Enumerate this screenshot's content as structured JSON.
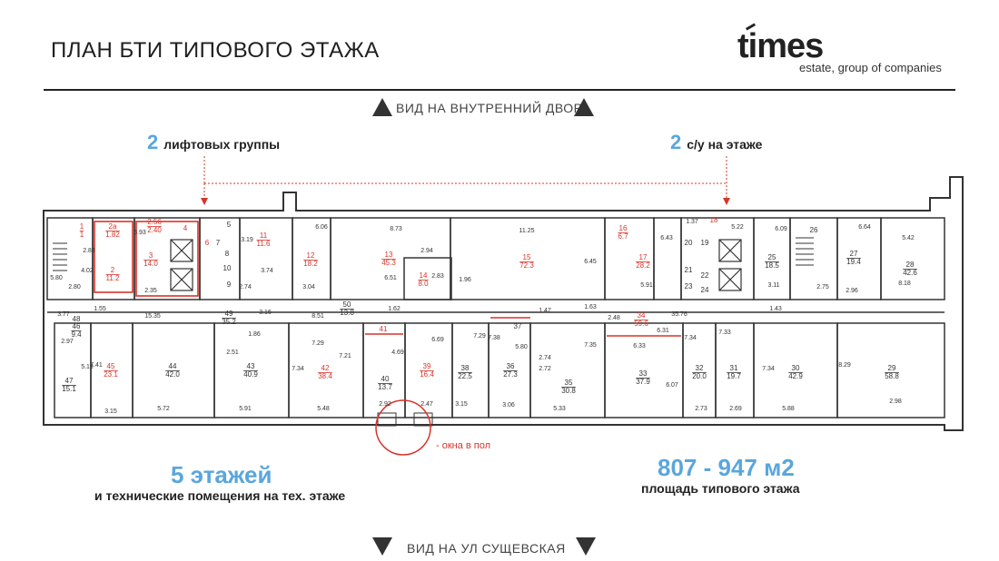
{
  "header": {
    "title": "ПЛАН БТИ ТИПОВОГО ЭТАЖА",
    "logo_word": "times",
    "logo_sub": "estate, group of companies"
  },
  "views": {
    "top": "ВИД НА ВНУТРЕННИЙ ДВОР",
    "bottom": "ВИД НА УЛ СУЩЕВСКАЯ"
  },
  "features": {
    "lifts_num": "2",
    "lifts_text": "лифтовых группы",
    "wc_num": "2",
    "wc_text": "с/у на этаже",
    "floors_big": "5 этажей",
    "floors_text": "и технические помещения на тех. этаже",
    "area_big": "807 - 947 м2",
    "area_text": "площадь типового этажа",
    "windows_note": "- окна в пол"
  },
  "colors": {
    "accent": "#5aa6dc",
    "red": "#d8342a"
  },
  "plan_labels": [
    [
      "1",
      "1",
      "#d8342a"
    ],
    [
      "2a",
      "1.82",
      "#d8342a"
    ],
    [
      "2.56",
      "2.40",
      "#d8342a"
    ],
    [
      "4",
      "",
      "#d8342a"
    ],
    [
      "5",
      "",
      "#333"
    ],
    [
      "3",
      "14.0",
      "#d8342a"
    ],
    [
      "2",
      "11.2",
      "#d8342a"
    ],
    [
      "6",
      "",
      "#d8342a"
    ],
    [
      "7",
      "",
      "#333"
    ],
    [
      "8",
      "",
      "#333"
    ],
    [
      "9",
      "",
      "#333"
    ],
    [
      "10",
      "",
      "#333"
    ],
    [
      "11",
      "11.6",
      "#d8342a"
    ],
    [
      "12",
      "18.2",
      "#d8342a"
    ],
    [
      "13",
      "45.3",
      "#d8342a"
    ],
    [
      "14",
      "8.0",
      "#d8342a"
    ],
    [
      "15",
      "72.3",
      "#d8342a"
    ],
    [
      "16",
      "6.7",
      "#d8342a"
    ],
    [
      "17",
      "28.2",
      "#d8342a"
    ],
    [
      "18",
      "",
      "#d8342a"
    ],
    [
      "19",
      "",
      "#333"
    ],
    [
      "20",
      "",
      "#333"
    ],
    [
      "21",
      "",
      "#333"
    ],
    [
      "22",
      "",
      "#333"
    ],
    [
      "23",
      "",
      "#333"
    ],
    [
      "24",
      "",
      "#333"
    ],
    [
      "25",
      "18.5",
      "#333"
    ],
    [
      "26",
      "",
      "#333"
    ],
    [
      "27",
      "19.4",
      "#333"
    ],
    [
      "28",
      "42.6",
      "#333"
    ],
    [
      "29",
      "58.8",
      "#333"
    ],
    [
      "30",
      "42.9",
      "#333"
    ],
    [
      "31",
      "19.7",
      "#333"
    ],
    [
      "32",
      "20.0",
      "#333"
    ],
    [
      "33",
      "37.9",
      "#333"
    ],
    [
      "34",
      "59.6",
      "#d8342a"
    ],
    [
      "35",
      "30.8",
      "#333"
    ],
    [
      "36",
      "27.3",
      "#333"
    ],
    [
      "37",
      "",
      "#333"
    ],
    [
      "38",
      "22.5",
      "#333"
    ],
    [
      "39",
      "16.4",
      "#d8342a"
    ],
    [
      "40",
      "13.7",
      "#333"
    ],
    [
      "41",
      "",
      "#d8342a"
    ],
    [
      "42",
      "38.4",
      "#d8342a"
    ],
    [
      "43",
      "40.9",
      "#333"
    ],
    [
      "44",
      "42.0",
      "#333"
    ],
    [
      "45",
      "23.1",
      "#d8342a"
    ],
    [
      "46",
      "9.4",
      "#333"
    ],
    [
      "47",
      "15.1",
      "#333"
    ],
    [
      "48",
      "",
      "#333"
    ],
    [
      "49",
      "35.2",
      "#333"
    ],
    [
      "50",
      "13.8",
      "#333"
    ]
  ],
  "dims": [
    "2.83",
    "2.80",
    "5.80",
    "4.02",
    "2.35",
    "5.93",
    "3.19",
    "3.74",
    "2.74",
    "3.04",
    "6.06",
    "8.73",
    "2.94",
    "6.51",
    "2.83",
    "1.96",
    "11.25",
    "6.45",
    "6.43",
    "5.91",
    "1.37",
    "5.22",
    "6.09",
    "6.64",
    "5.42",
    "3.11",
    "2.75",
    "2.96",
    "8.18",
    "3.77",
    "1.55",
    "15.35",
    "3.16",
    "8.51",
    "1.62",
    "1.63",
    "1.47",
    "2.48",
    "6.31",
    "35.76",
    "1.43",
    "2.97",
    "5.19",
    "7.41",
    "3.15",
    "5.72",
    "2.51",
    "1.86",
    "5.91",
    "7.34",
    "7.29",
    "7.21",
    "5.48",
    "4.69",
    "2.92",
    "2.47",
    "6.69",
    "7.29",
    "3.15",
    "7.38",
    "5.80",
    "2.74",
    "2.72",
    "3.06",
    "7.35",
    "5.33",
    "6.33",
    "6.07",
    "7.34",
    "2.73",
    "7.33",
    "2.69",
    "7.34",
    "5.88",
    "8.29",
    "2.98"
  ]
}
